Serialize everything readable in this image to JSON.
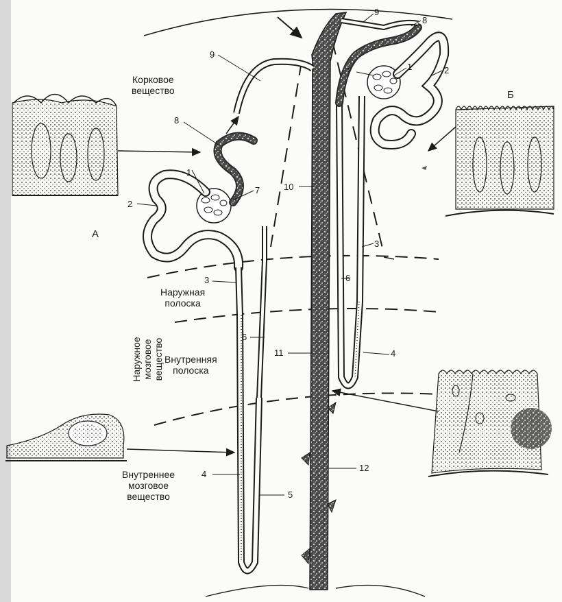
{
  "labels": {
    "cortex": "Корковое\nвещество",
    "outer_stripe": "Наружная\nполоска",
    "inner_stripe": "Внутренняя\nполоска",
    "outer_medulla": "Наружное\nмозговое\nвещество",
    "inner_medulla": "Внутреннее\nмозговое\nвещество",
    "letter_a": "А",
    "letter_b": "Б"
  },
  "numbers": {
    "n1": "1",
    "n2": "2",
    "n3": "3",
    "n4": "4",
    "n5": "5",
    "n6": "6",
    "n7": "7",
    "n8": "8",
    "n9": "9",
    "n10": "10",
    "n11": "11",
    "n12": "12"
  },
  "colors": {
    "ink": "#1b1b1b",
    "duct_fill": "#3a3a3a",
    "background": "#fbfbf9"
  }
}
